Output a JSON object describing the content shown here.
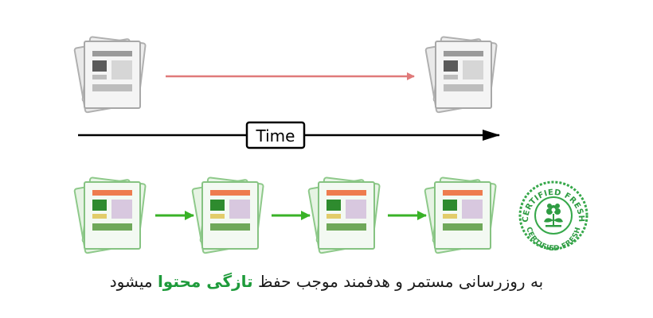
{
  "time_label": "Time",
  "badge": {
    "text_top": "CERTIFIED FRESH",
    "text_bottom": "CERTIFIED FRESH"
  },
  "caption": {
    "part1": "به روزرسانی مستمر و هدفمند موجب حفظ",
    "highlight": "تازگی محتوا",
    "part2": "میشود"
  },
  "colors": {
    "old_doc": "#aaaaaa",
    "fresh_doc": "#8ec98a",
    "red_arrow": "#e08080",
    "green_arrow": "#39b227",
    "accent_orange": "#ee7c4f",
    "highlight_green": "#1e9b3b"
  }
}
